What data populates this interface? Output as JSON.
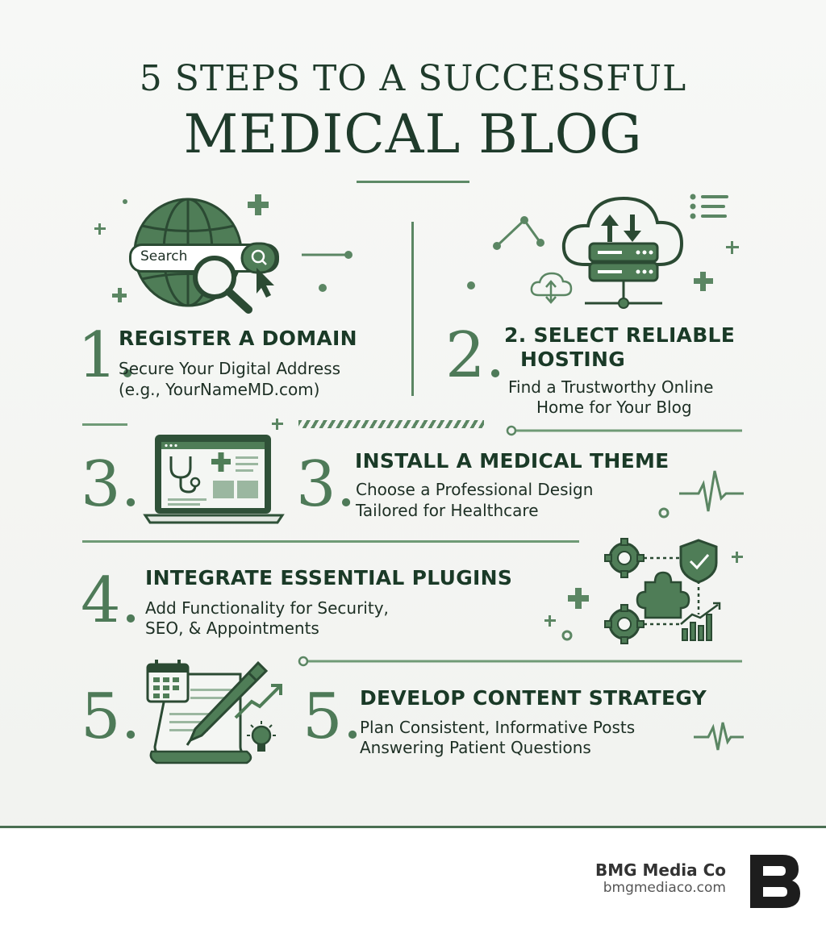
{
  "header": {
    "title_line1": "5 STEPS TO A SUCCESSFUL",
    "title_line2": "MEDICAL BLOG"
  },
  "steps": [
    {
      "number": "1.",
      "heading": "REGISTER A DOMAIN",
      "sub_line1": "Secure Your Digital Address",
      "sub_line2": "(e.g., YourNameMD.com)",
      "search_label": "Search"
    },
    {
      "number": "2.",
      "heading_line1": "2. SELECT RELIABLE",
      "heading_line2": "HOSTING",
      "sub_line1": "Find a Trustworthy Online",
      "sub_line2": "Home for Your Blog"
    },
    {
      "number_icon": "3.",
      "number": "3.",
      "heading": "INSTALL A MEDICAL THEME",
      "sub_line1": "Choose a Professional Design",
      "sub_line2": "Tailored for Healthcare"
    },
    {
      "number": "4.",
      "heading": "INTEGRATE ESSENTIAL PLUGINS",
      "sub_line1": "Add Functionality for Security,",
      "sub_line2": "SEO, & Appointments"
    },
    {
      "number_icon": "5.",
      "number": "5.",
      "heading": "DEVELOP CONTENT STRATEGY",
      "sub_line1": "Plan Consistent, Informative Posts",
      "sub_line2": "Answering Patient Questions"
    }
  ],
  "footer": {
    "brand": "BMG Media Co",
    "url": "bmgmediaco.com",
    "logo_letter": "B"
  },
  "colors": {
    "primary_green": "#4e7a58",
    "dark_green": "#1f3b2b",
    "light_green": "#6f9a76"
  },
  "icons": [
    "globe-search-icon",
    "magnifier-icon",
    "cursor-icon",
    "cloud-server-icon",
    "laptop-stethoscope-icon",
    "gears-puzzle-shield-icon",
    "calendar-document-pen-icon",
    "lightbulb-icon",
    "pulse-icon",
    "plus-icon"
  ]
}
